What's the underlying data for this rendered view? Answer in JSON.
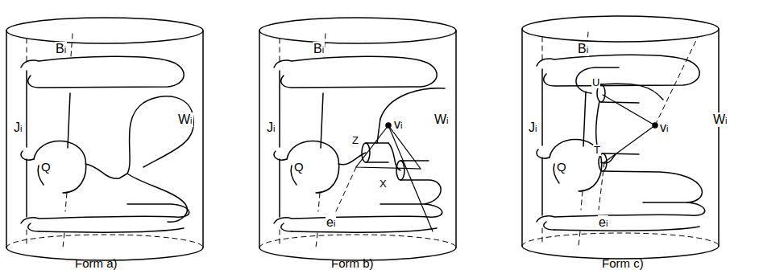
{
  "diagram": {
    "labels": [
      "Ji",
      "Bi",
      "Q",
      "Wi",
      "Form a)",
      "Ji",
      "Bi",
      "Q",
      "Z",
      "vi",
      "X",
      "Wi",
      "ei",
      "Form b)",
      "Ji",
      "Bi",
      "U",
      "vi",
      "Wi",
      "Q",
      "T",
      "ei",
      "Form c)"
    ]
  }
}
